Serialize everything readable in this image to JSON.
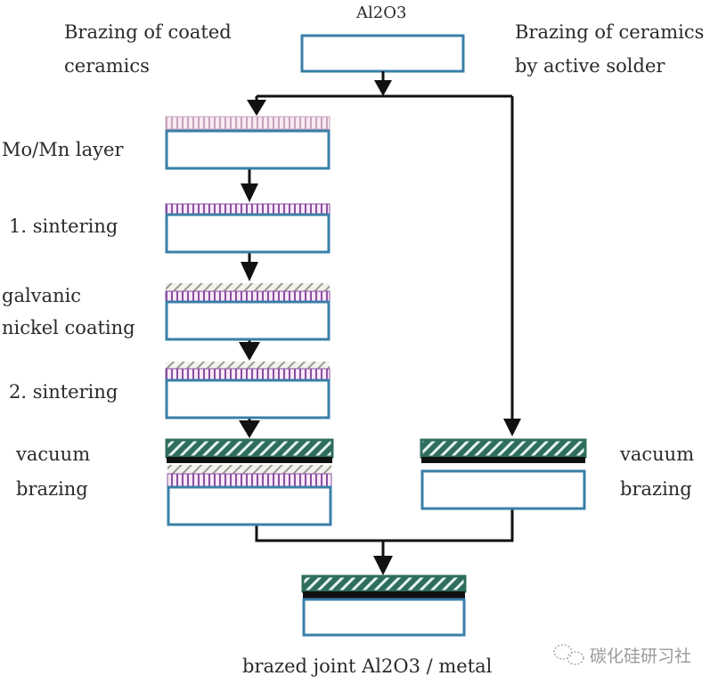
{
  "title_top": "Al2O3",
  "branches": {
    "left": "Brazing of coated ceramics",
    "left_lines": [
      "Brazing of coated",
      "ceramics"
    ],
    "right_lines": [
      "Brazing of ceramics",
      "by active solder"
    ]
  },
  "steps": {
    "mo_mn": "Mo/Mn layer",
    "sinter1": "1. sintering",
    "galvanic_lines": [
      "galvanic",
      "nickel coating"
    ],
    "sinter2": "2. sintering",
    "vacuum_left_lines": [
      "vacuum",
      "brazing"
    ],
    "vacuum_right_lines": [
      "vacuum",
      "brazing"
    ]
  },
  "result": "brazed joint Al2O3 / metal",
  "watermark": "碳化硅研习社",
  "colors": {
    "box": "#3a7fa8",
    "metal": "#2f6e5e",
    "mo_layer": "#9b5fb0",
    "arrow": "#111111"
  }
}
